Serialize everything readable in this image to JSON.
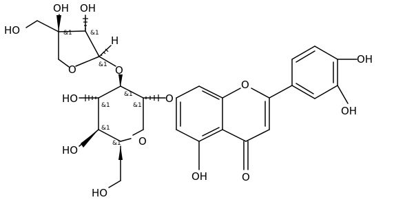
{
  "molecule": {
    "atom_labels": {
      "oh_furan_top": "OH",
      "oh_furan_right": "OH",
      "ho_furan_ch2": "HO",
      "o_furan_ring": "O",
      "h_furan_anomeric": "H",
      "o_glycosidic_top": "O",
      "ho_glc_upper": "HO",
      "ho_glc_lower": "HO",
      "o_glc_ring": "O",
      "o_glycosidic_aglycone": "O",
      "ho_glc_ch2": "HO",
      "o_chromone_ring": "O",
      "oh_c5": "OH",
      "o_carbonyl": "O",
      "oh_catechol_top": "OH",
      "oh_catechol_bottom": "OH"
    },
    "stereo_marker": "&1"
  }
}
